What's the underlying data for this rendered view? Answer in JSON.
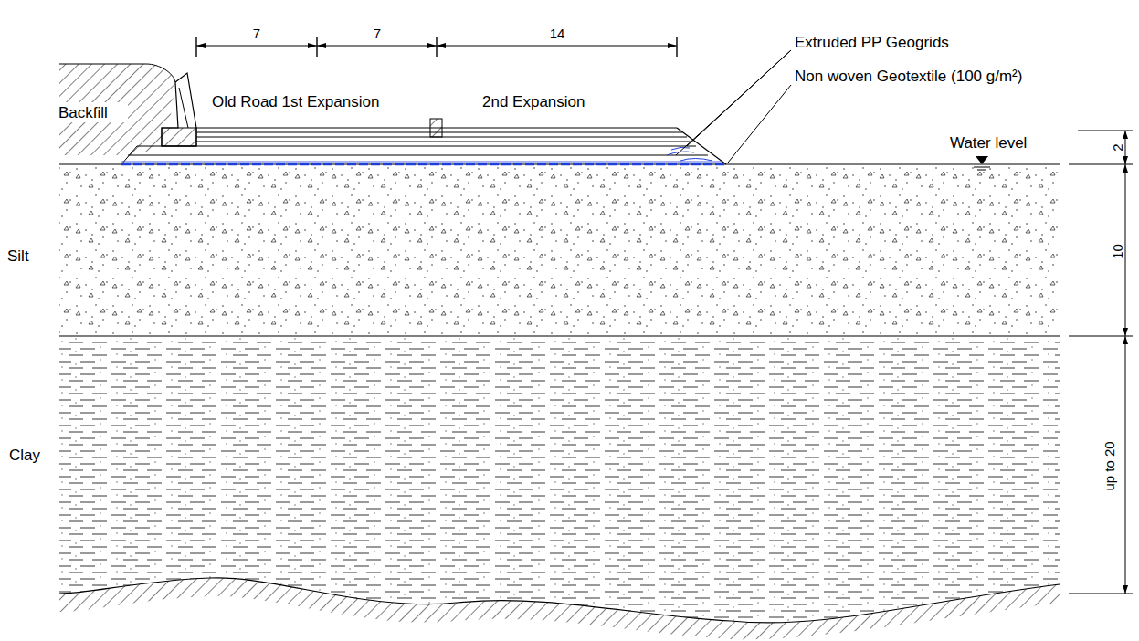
{
  "diagram": {
    "labels": [
      "7",
      "7",
      "14",
      "Extruded PP Geogrids",
      "Backfill",
      "Old Road 1st Expansion",
      "2nd Expansion",
      "Non woven Geotextile (100 g/m²)",
      "Water level",
      "2",
      "Silt",
      "10",
      "Clay",
      "up to 20"
    ]
  }
}
